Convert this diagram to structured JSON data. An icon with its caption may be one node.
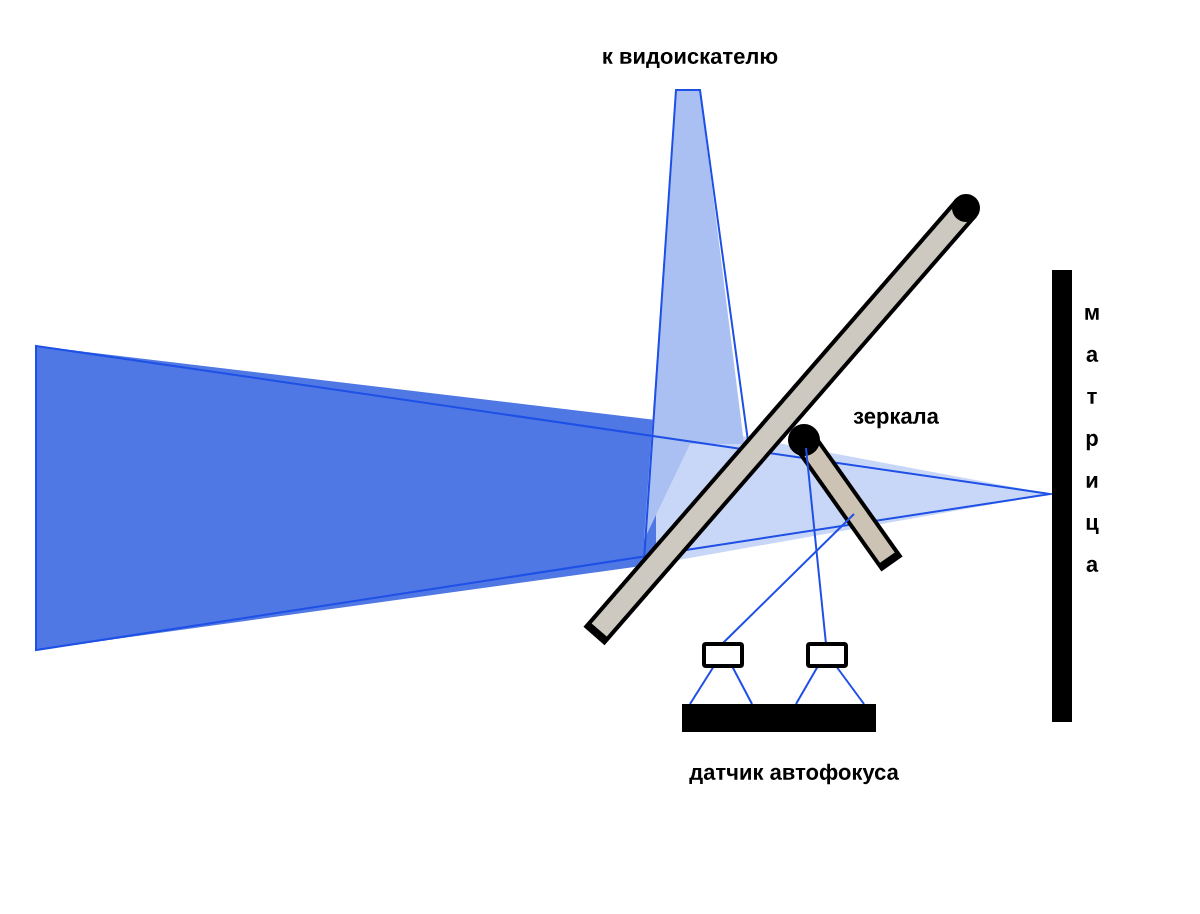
{
  "diagram": {
    "labels": [
      "к видоискателю",
      "зеркала",
      "матрица",
      "датчик автофокуса"
    ]
  }
}
